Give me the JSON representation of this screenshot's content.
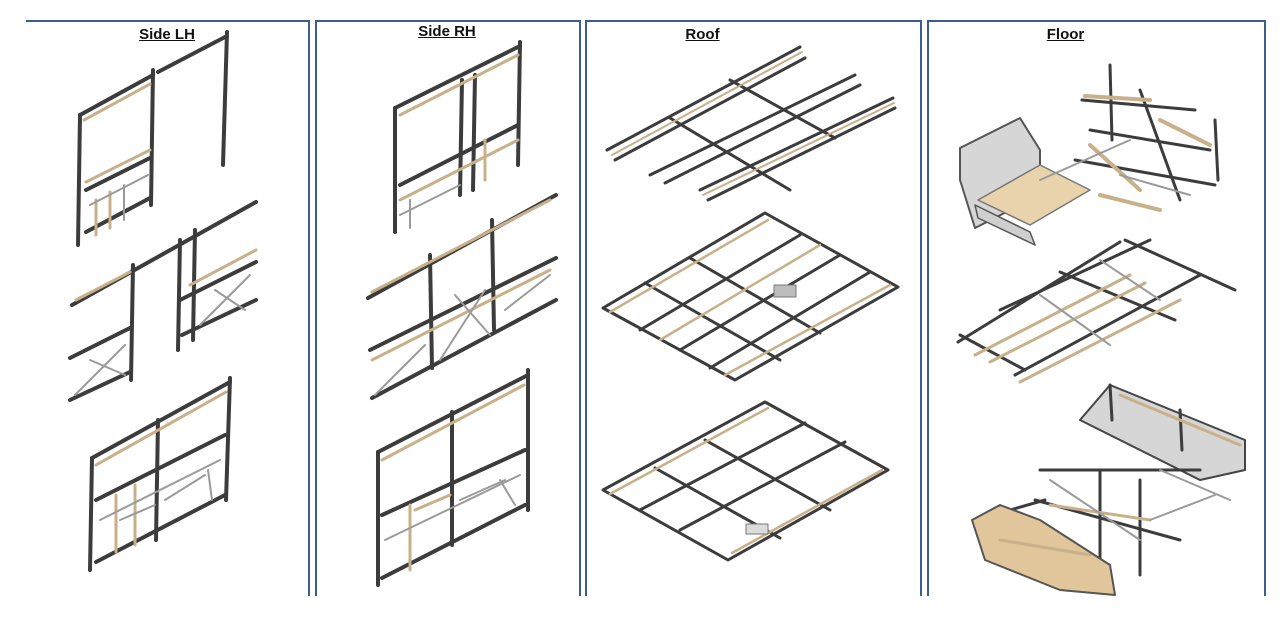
{
  "panels": [
    {
      "title": "Side LH"
    },
    {
      "title": "Side RH"
    },
    {
      "title": "Roof"
    },
    {
      "title": "Floor"
    }
  ],
  "colors": {
    "border": "#3a5f8f",
    "steel_dark": "#3c3c3c",
    "steel_light": "#9a9a9a",
    "wood": "#c8b08a",
    "floor_board": "#e8d3ad",
    "panel_grey": "#d6d6d6"
  }
}
